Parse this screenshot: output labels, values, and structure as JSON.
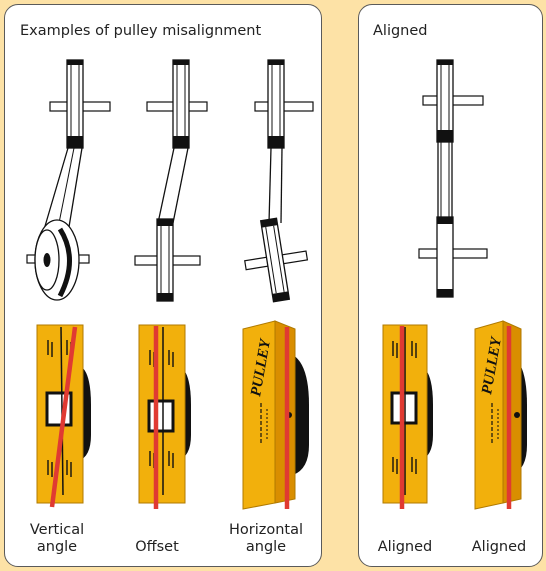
{
  "panels": {
    "misaligned": {
      "title": "Examples of pulley misalignment",
      "captions": {
        "vertical": [
          "Vertical",
          "angle"
        ],
        "offset": "Offset",
        "horizontal": [
          "Horizontal",
          "angle"
        ]
      }
    },
    "aligned": {
      "title": "Aligned",
      "captions": [
        "Aligned",
        "Aligned"
      ]
    }
  },
  "tool_brand": "PULLEY",
  "colors": {
    "tool_body": "#f2b00c",
    "tool_side": "#d98e00",
    "laser_line": "#e03a32",
    "ink": "#111111",
    "background": "#fde2a6"
  },
  "icons": [
    "pulley-icon",
    "laser-alignment-tool-icon"
  ]
}
